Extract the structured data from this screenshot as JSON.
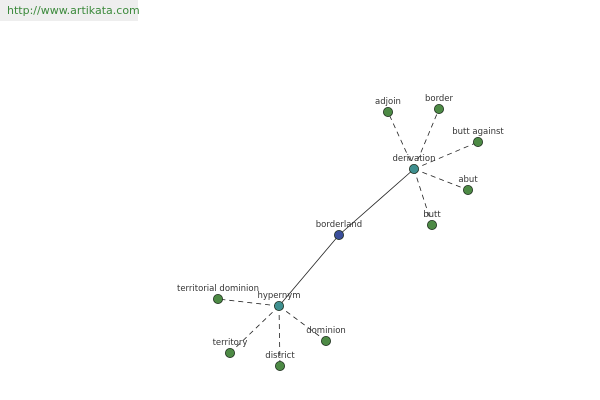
{
  "header": {
    "url": "http://www.artikata.com"
  },
  "colors": {
    "center": "#3a4e9a",
    "relation": "#3e8f8f",
    "leaf": "#4d8a45",
    "url": "#3c8a3c"
  },
  "graph": {
    "center": {
      "id": "borderland",
      "label": "borderland"
    },
    "relations": [
      {
        "id": "derivation",
        "label": "derivation",
        "terms": [
          {
            "id": "adjoin",
            "label": "adjoin"
          },
          {
            "id": "border",
            "label": "border"
          },
          {
            "id": "butt-against",
            "label": "butt against"
          },
          {
            "id": "abut",
            "label": "abut"
          },
          {
            "id": "butt",
            "label": "butt"
          }
        ]
      },
      {
        "id": "hypernym",
        "label": "hypernym",
        "terms": [
          {
            "id": "territorial-dominion",
            "label": "territorial dominion"
          },
          {
            "id": "dominion",
            "label": "dominion"
          },
          {
            "id": "district",
            "label": "district"
          },
          {
            "id": "territory",
            "label": "territory"
          }
        ]
      }
    ]
  }
}
